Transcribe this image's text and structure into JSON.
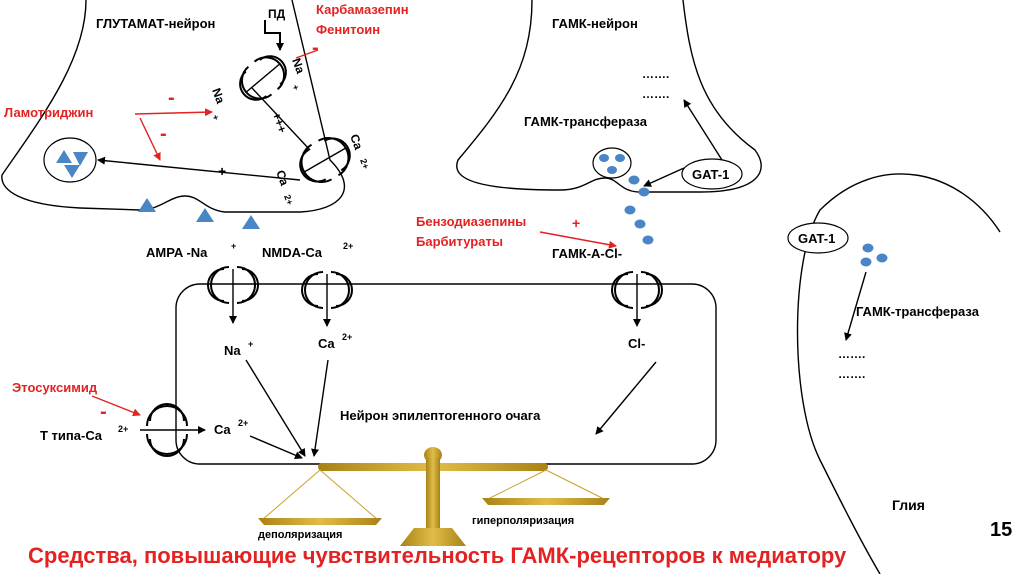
{
  "labels": {
    "glutamate_neuron": "ГЛУТАМАТ-нейрон",
    "gaba_neuron": "ГАМК-нейрон",
    "pd": "ПД",
    "carbamazepine": "Карбамазепин",
    "phenytoin": "Фенитоин",
    "lamotrigine": "Ламотриджин",
    "na_top": "Na",
    "na_left": "Na",
    "plus_triple": "+++",
    "ca_right": "Ca",
    "ca_lower": "Ca",
    "plus_single": "+",
    "plus_sign": "+",
    "sup_plus": "+",
    "sup_2plus": "2+",
    "minus": "-",
    "dots1": "…….",
    "dots2": "…….",
    "gaba_transferase_top": "ГАМК-трансфераза",
    "gat1_top": "GAT-1",
    "benzodiazepines": "Бензодиазепины",
    "barbiturates": "Барбитураты",
    "gaba_a_cl": "ГАМК-А-Cl-",
    "ampa": "AMPA -Na",
    "nmda": "NMDA-Ca",
    "na_in": "Na",
    "ca_in": "Ca",
    "cl_in": "Cl-",
    "ethosuximide": "Этосуксимид",
    "t_type": "Т типа-Ca",
    "ca_t": "Ca",
    "epileptic_neuron": "Нейрон эпилептогенного очага",
    "depolarization": "деполяризация",
    "hyperpolarization": "гиперполяризация",
    "gat1_glia": "GAT-1",
    "gaba_transferase_glia": "ГАМК-трансфераза",
    "dots3": "…….",
    "dots4": "…….",
    "glia": "Глия",
    "page_number": "15",
    "caption": "Средства, повышающие чувствительность ГАМК-рецепторов к медиатору"
  },
  "colors": {
    "drug_red": "#e32222",
    "vesicle_blue": "#4a86c5",
    "balance_gold": "#c9a227"
  }
}
